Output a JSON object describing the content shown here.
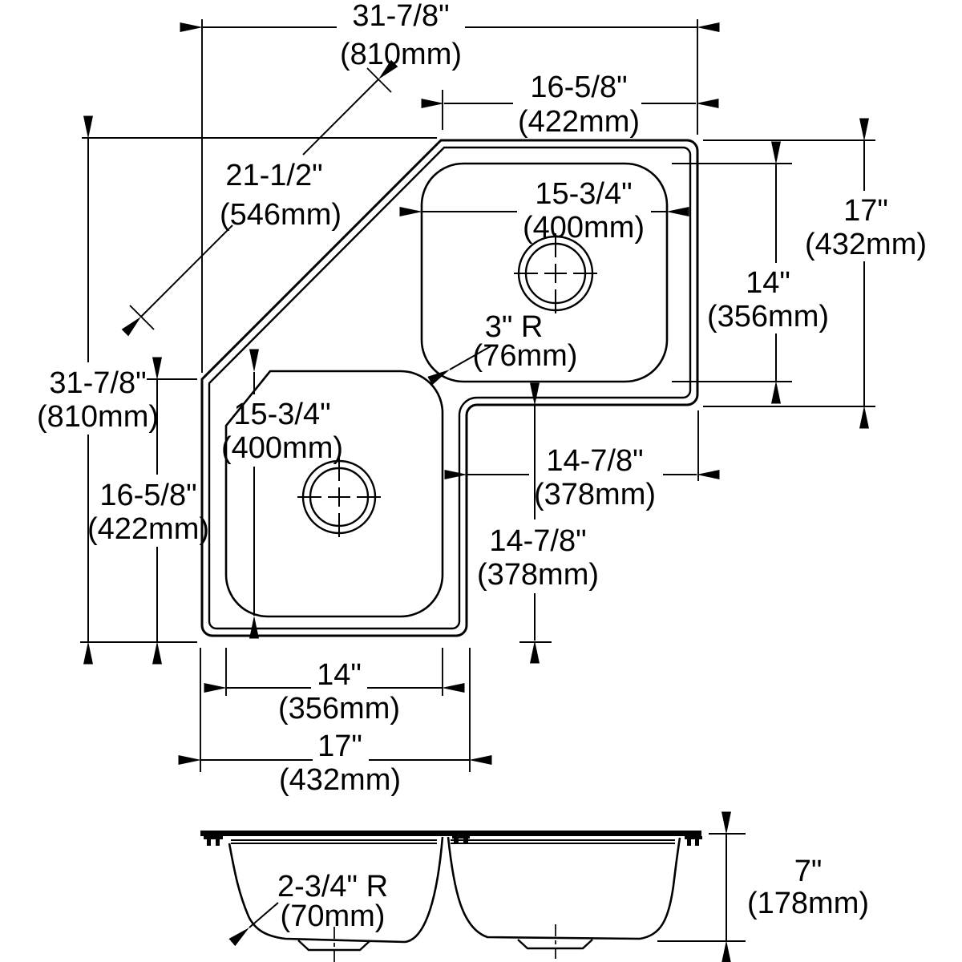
{
  "drawing": {
    "subject": "corner-double-bowl-sink-dimension-drawing",
    "background": "#ffffff",
    "line_color": "#000000",
    "dims": {
      "overall_width": {
        "in": "31-7/8\"",
        "mm": "(810mm)"
      },
      "top_opening_width": {
        "in": "16-5/8\"",
        "mm": "(422mm)"
      },
      "diagonal": {
        "in": "21-1/2\"",
        "mm": "(546mm)"
      },
      "overall_depth": {
        "in": "31-7/8\"",
        "mm": "(810mm)"
      },
      "left_opening_depth": {
        "in": "16-5/8\"",
        "mm": "(422mm)"
      },
      "right_side_depth": {
        "in": "17\"",
        "mm": "(432mm)"
      },
      "right_bowl_depth": {
        "in": "14\"",
        "mm": "(356mm)"
      },
      "right_bowl_width": {
        "in": "15-3/4\"",
        "mm": "(400mm)"
      },
      "bowl_corner_radius": {
        "in": "3\" R",
        "mm": "(76mm)"
      },
      "left_bowl_depth": {
        "in": "15-3/4\"",
        "mm": "(400mm)"
      },
      "notch_width": {
        "in": "14-7/8\"",
        "mm": "(378mm)"
      },
      "notch_height": {
        "in": "14-7/8\"",
        "mm": "(378mm)"
      },
      "left_bowl_width": {
        "in": "14\"",
        "mm": "(356mm)"
      },
      "bottom_side_width": {
        "in": "17\"",
        "mm": "(432mm)"
      },
      "bowl_bottom_radius": {
        "in": "2-3/4\" R",
        "mm": "(70mm)"
      },
      "bowl_height": {
        "in": "7\"",
        "mm": "(178mm)"
      }
    }
  }
}
